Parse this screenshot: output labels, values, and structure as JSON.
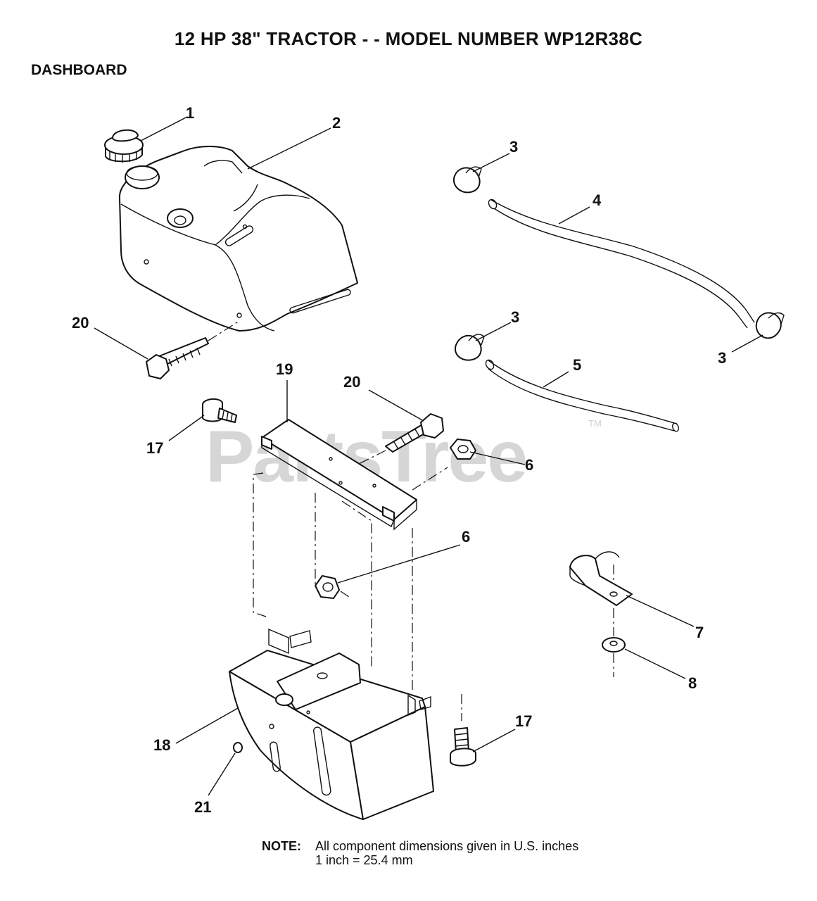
{
  "header": {
    "title": "12 HP 38\" TRACTOR - - MODEL NUMBER WP12R38C",
    "section": "DASHBOARD"
  },
  "watermark": {
    "text": "PartsTree",
    "tm": "TM"
  },
  "callouts": [
    {
      "id": "c1",
      "label": "1"
    },
    {
      "id": "c2",
      "label": "2"
    },
    {
      "id": "c3a",
      "label": "3"
    },
    {
      "id": "c4",
      "label": "4"
    },
    {
      "id": "c3b",
      "label": "3"
    },
    {
      "id": "c3c",
      "label": "3"
    },
    {
      "id": "c5",
      "label": "5"
    },
    {
      "id": "c20a",
      "label": "20"
    },
    {
      "id": "c19",
      "label": "19"
    },
    {
      "id": "c20b",
      "label": "20"
    },
    {
      "id": "c17a",
      "label": "17"
    },
    {
      "id": "c6a",
      "label": "6"
    },
    {
      "id": "c6b",
      "label": "6"
    },
    {
      "id": "c7",
      "label": "7"
    },
    {
      "id": "c8",
      "label": "8"
    },
    {
      "id": "c17b",
      "label": "17"
    },
    {
      "id": "c18",
      "label": "18"
    },
    {
      "id": "c21",
      "label": "21"
    }
  ],
  "note": {
    "label": "NOTE:",
    "line1": "All component dimensions given in U.S. inches",
    "line2": "1 inch = 25.4 mm"
  }
}
